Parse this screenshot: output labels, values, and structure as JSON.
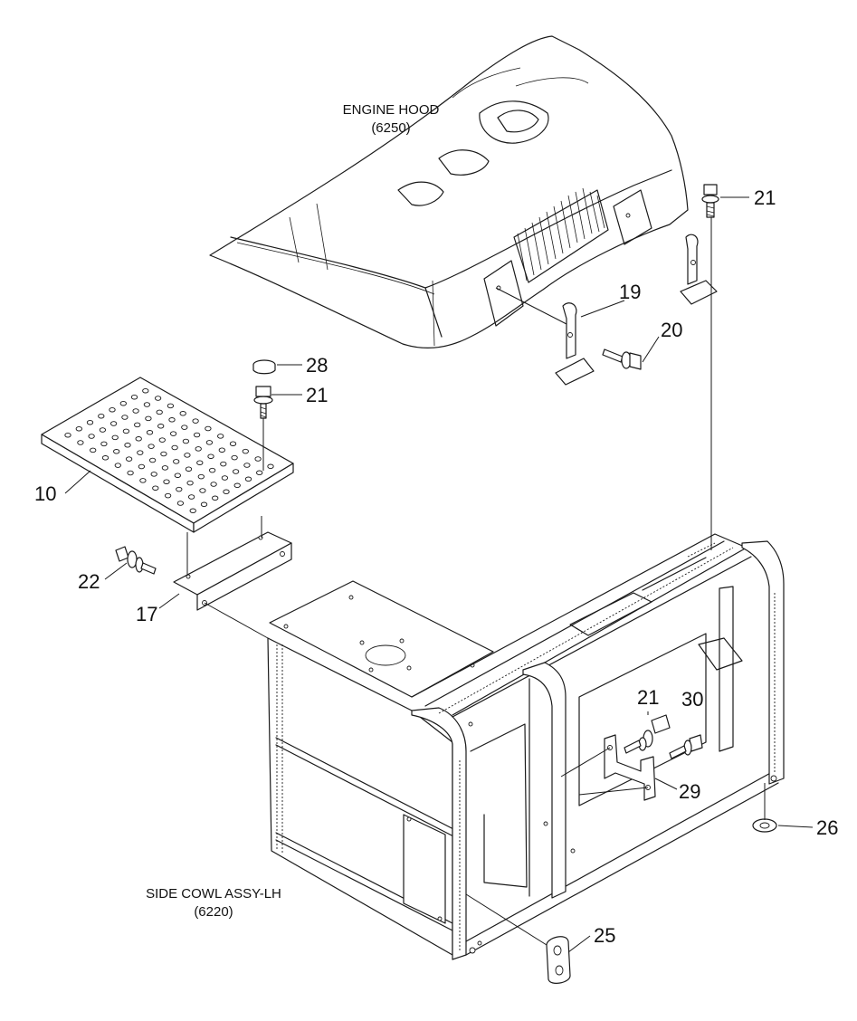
{
  "captions": {
    "engine_hood": {
      "name": "ENGINE HOOD",
      "code": "(6250)"
    },
    "side_cowl": {
      "name": "SIDE COWL ASSY-LH",
      "code": "(6220)"
    }
  },
  "callouts": {
    "c10": "10",
    "c17": "17",
    "c19": "19",
    "c20": "20",
    "c21a": "21",
    "c21b": "21",
    "c21c": "21",
    "c22": "22",
    "c25": "25",
    "c26": "26",
    "c28": "28",
    "c29": "29",
    "c30": "30"
  }
}
